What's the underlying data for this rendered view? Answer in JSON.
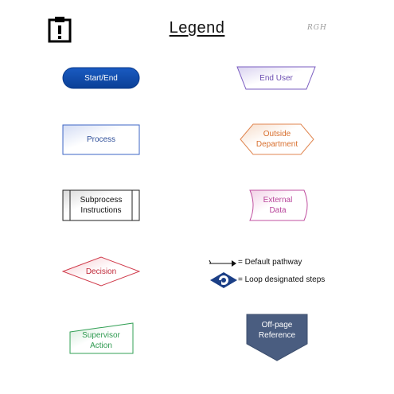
{
  "legend": {
    "title": "Legend",
    "initials": "RGH"
  },
  "shapes": {
    "start_end": {
      "label": "Start/End"
    },
    "end_user": {
      "label": "End User"
    },
    "process": {
      "label": "Process"
    },
    "outside_department": {
      "label": "Outside\nDepartment"
    },
    "subprocess": {
      "label": "Subprocess\nInstructions"
    },
    "external_data": {
      "label": "External\nData"
    },
    "decision": {
      "label": "Decision"
    },
    "supervisor_action": {
      "label": "Supervisor\nAction"
    },
    "off_page_reference": {
      "label": "Off-page\nReference"
    }
  },
  "symbols": {
    "default_pathway": "= Default pathway",
    "loop_steps": "= Loop designated steps"
  },
  "icons": {
    "warning": "clipboard-alert-icon",
    "arrow": "arrow-icon",
    "loop": "loop-diamond-icon"
  },
  "colors": {
    "start_end": "#0f4fb0",
    "end_user": "#6a4bb0",
    "process": "#3d66c4",
    "outside": "#e08650",
    "subprocess": "#222222",
    "external": "#c050a0",
    "decision": "#d03a4a",
    "supervisor": "#33a056",
    "offpage": "#4a5d80"
  }
}
